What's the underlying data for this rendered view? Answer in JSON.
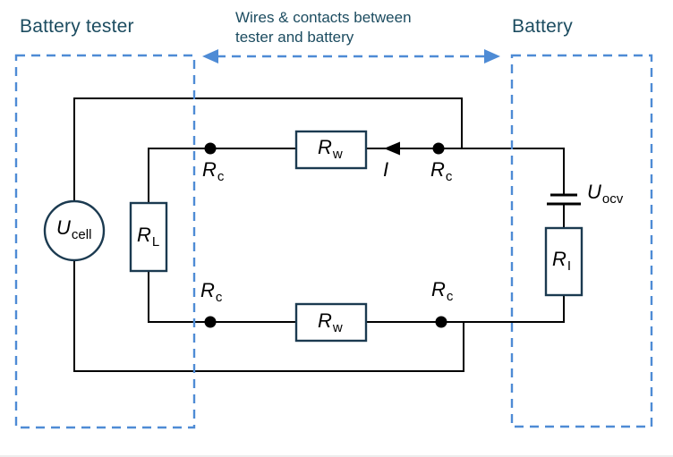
{
  "titles": {
    "left_section": "Battery tester",
    "right_section": "Battery",
    "annotation_line1": "Wires & contacts between",
    "annotation_line2": "tester and battery"
  },
  "labels": {
    "u_cell": {
      "base": "U",
      "sub": "cell"
    },
    "r_l": {
      "base": "R",
      "sub": "L"
    },
    "r_w": {
      "base": "R",
      "sub": "w"
    },
    "r_c": {
      "base": "R",
      "sub": "c"
    },
    "u_ocv": {
      "base": "U",
      "sub": "ocv"
    },
    "r_i": {
      "base": "R",
      "sub": "I"
    },
    "current": {
      "base": "I",
      "sub": ""
    }
  },
  "colors": {
    "wire": "#000000",
    "component_border": "#1b3a50",
    "dashed_blue": "#4e8bd5",
    "section_title_teal": "#1c4c60",
    "label_text": "#000000",
    "background": "#ffffff"
  }
}
